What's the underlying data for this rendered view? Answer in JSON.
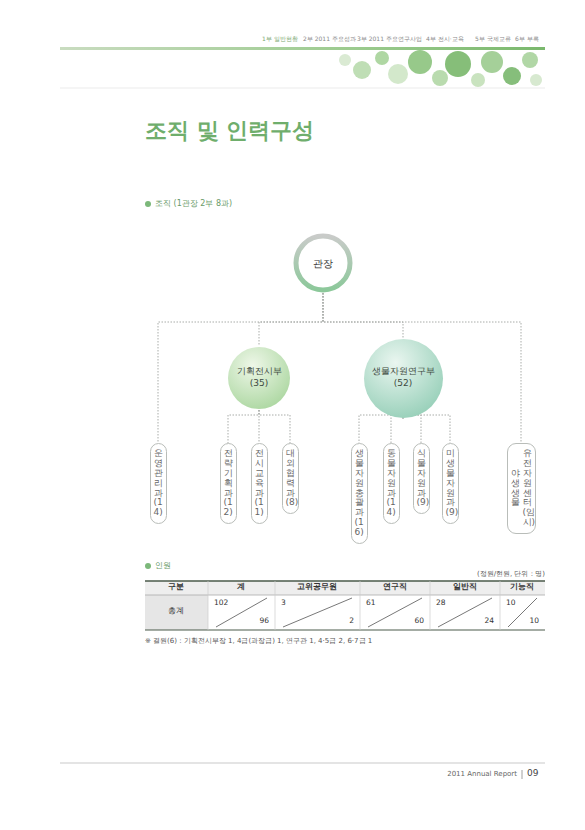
{
  "diagram": {
    "title": "조직 및 인력구성",
    "nodes": [
      {
        "text": [
          "관장"
        ]
      },
      {
        "text": [
          "기획전시부",
          "(35)"
        ]
      },
      {
        "text": [
          "생물자원연구부",
          "(52)"
        ]
      },
      {
        "text": [
          "운영관리과 (14)"
        ]
      },
      {
        "text": [
          "전략기획과 (12)"
        ]
      },
      {
        "text": [
          "전시교육과 (11)"
        ]
      },
      {
        "text": [
          "대외협력과 (8)"
        ]
      },
      {
        "text": [
          "생물자원총괄과 (16)"
        ]
      },
      {
        "text": [
          "동물자원과 (14)"
        ]
      },
      {
        "text": [
          "식물자원과 (9)"
        ]
      },
      {
        "text": [
          "미생물자원과 (9)"
        ]
      },
      {
        "text": [
          "야생생물",
          "유전자원센터(임시)"
        ]
      }
    ],
    "edges": [
      {
        "from": 0,
        "to": 3,
        "arrow": "none"
      },
      {
        "from": 0,
        "to": 1,
        "arrow": "none"
      },
      {
        "from": 0,
        "to": 2,
        "arrow": "none"
      },
      {
        "from": 0,
        "to": 11,
        "arrow": "none"
      },
      {
        "from": 1,
        "to": 4,
        "arrow": "none"
      },
      {
        "from": 1,
        "to": 5,
        "arrow": "none"
      },
      {
        "from": 1,
        "to": 6,
        "arrow": "none"
      },
      {
        "from": 2,
        "to": 7,
        "arrow": "none"
      },
      {
        "from": 2,
        "to": 8,
        "arrow": "none"
      },
      {
        "from": 2,
        "to": 9,
        "arrow": "none"
      },
      {
        "from": 2,
        "to": 10,
        "arrow": "none"
      }
    ],
    "labels": [
      "1부 일반현황",
      "2부 2011 주요성과",
      "3부 2011 주요연구사업",
      "4부 전시·교육",
      "5부 국제교류",
      "6부 부록",
      "조직 (1관장 2부 8과)",
      "인원",
      "(정원/현원, 단위 : 명)",
      "구분",
      "계",
      "고위공무원",
      "연구직",
      "일반직",
      "기능직",
      "총계",
      "102",
      "96",
      "3",
      "2",
      "61",
      "60",
      "28",
      "24",
      "10",
      "10",
      "※ 결원(6) : 기획전시부장 1, 4급(과장급) 1, 연구관 1, 4·5급 2, 6·7급 1",
      "2011 Annual Report",
      "09"
    ]
  }
}
